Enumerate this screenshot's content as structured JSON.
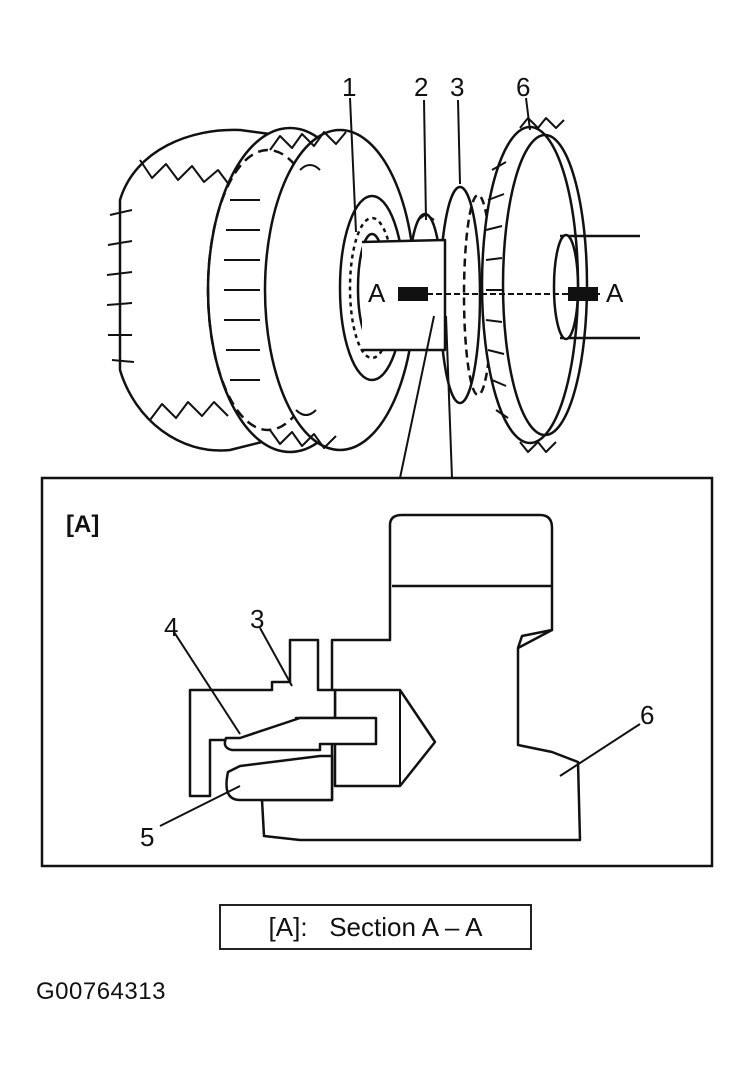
{
  "callouts": {
    "c1": "1",
    "c2": "2",
    "c3": "3",
    "c6": "6",
    "sectionLeft": "A",
    "sectionRight": "A"
  },
  "detail": {
    "title": "[A]",
    "c3": "3",
    "c4": "4",
    "c5": "5",
    "c6": "6"
  },
  "caption": {
    "prefix": "[A]:",
    "text": "Section A – A"
  },
  "figure_id": "G00764313"
}
